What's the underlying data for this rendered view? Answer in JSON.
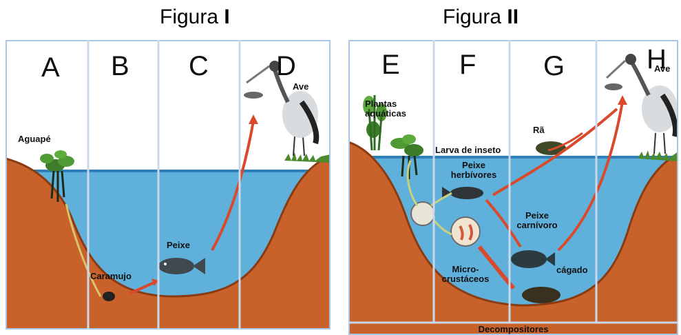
{
  "figures": [
    {
      "title_prefix": "Figura ",
      "title_numeral": "I",
      "columns": [
        "A",
        "B",
        "C",
        "D"
      ],
      "labels": {
        "aguape": "Aguapé",
        "caramujo": "Caramujo",
        "peixe": "Peixe",
        "ave": "Ave"
      }
    },
    {
      "title_prefix": "Figura ",
      "title_numeral": "II",
      "columns": [
        "E",
        "F",
        "G",
        "H"
      ],
      "labels": {
        "plantas_line1": "Plantas",
        "plantas_line2": "aquáticas",
        "larva": "Larva de inseto",
        "ra": "Rã",
        "peixe_herb_line1": "Peixe",
        "peixe_herb_line2": "herbívores",
        "peixe_carn_line1": "Peixe",
        "peixe_carn_line2": "carnívoro",
        "micro_line1": "Micro-",
        "micro_line2": "crustáceos",
        "cagado": "cágado",
        "ave": "Ave",
        "decompositores": "Decompositores"
      }
    }
  ],
  "colors": {
    "water": "#5fb1dc",
    "soil": "#c8622a",
    "grid": "#a9c6e6",
    "arrow": "#d94a2c",
    "arrow_light": "#c9d27a"
  }
}
